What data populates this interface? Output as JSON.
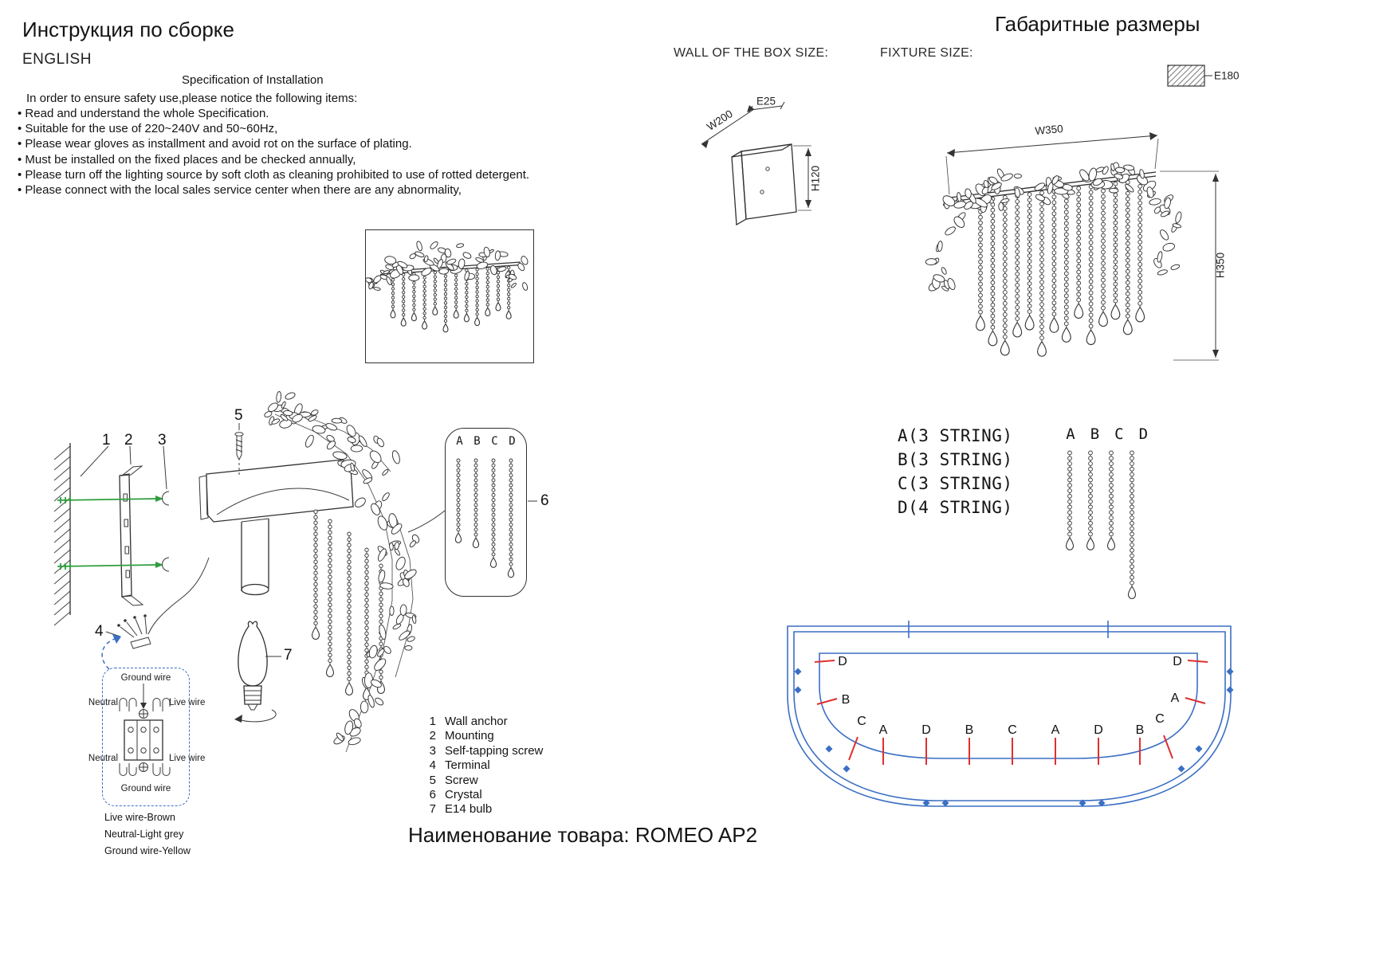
{
  "page": {
    "title_ru": "Инструкция по сборке",
    "dims_title_ru": "Габаритные размеры",
    "product_name": "Наименование товара: ROMEO AP2"
  },
  "instructions": {
    "language": "ENGLISH",
    "heading": "Specification of Installation",
    "intro": "In order to ensure safety use,please notice the following items:",
    "items": [
      "Read and understand the whole Specification.",
      "Suitable for the use of 220~240V and 50~60Hz,",
      "Please wear gloves as installment and avoid rot on the surface of plating.",
      "Must be installed on the fixed places and be checked annually,",
      "Please turn off the lighting source by soft cloth as cleaning prohibited to use of rotted detergent.",
      "Please connect with the local sales service center when there are any abnormality,"
    ]
  },
  "box_size": {
    "label": "WALL OF THE BOX SIZE:",
    "width": "W200",
    "depth": "E25",
    "height": "H120"
  },
  "fixture_size": {
    "label": "FIXTURE SIZE:",
    "width": "W350",
    "height": "H350",
    "depth": "E180"
  },
  "strings": {
    "list": [
      "A(3 STRING)",
      "B(3 STRING)",
      "C(3 STRING)",
      "D(4 STRING)"
    ],
    "headers": [
      "A",
      "B",
      "C",
      "D"
    ]
  },
  "callouts": [
    "1",
    "2",
    "3",
    "4",
    "5",
    "6",
    "7"
  ],
  "parts": [
    {
      "num": "1",
      "name": "Wall anchor"
    },
    {
      "num": "2",
      "name": "Mounting"
    },
    {
      "num": "3",
      "name": "Self-tapping screw"
    },
    {
      "num": "4",
      "name": "Terminal"
    },
    {
      "num": "5",
      "name": "Screw"
    },
    {
      "num": "6",
      "name": "Crystal"
    },
    {
      "num": "7",
      "name": "E14  bulb"
    }
  ],
  "wiring": {
    "ground": "Ground wire",
    "neutral": "Neutral",
    "live": "Live wire",
    "legend": [
      "Live wire-Brown",
      "Neutral-Light grey",
      "Ground wire-Yellow"
    ]
  },
  "stadium": {
    "labels": [
      "D",
      "D",
      "B",
      "A",
      "C",
      "C",
      "A",
      "D",
      "B",
      "C",
      "A",
      "D",
      "B"
    ]
  }
}
